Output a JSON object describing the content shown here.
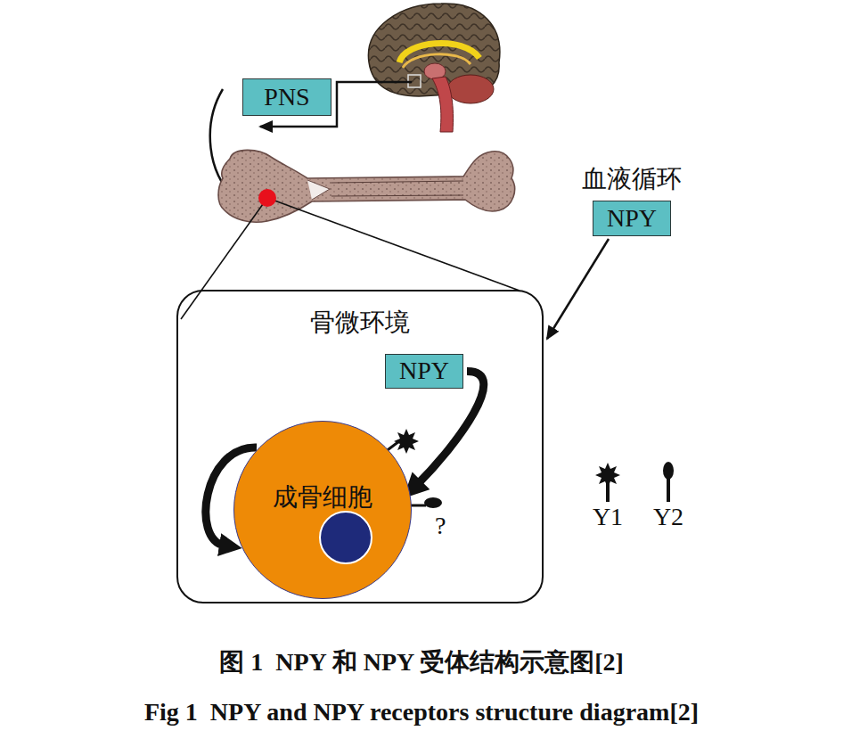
{
  "diagram": {
    "caption": "图 1  NPY 和 NPY 受体结构示意图[2]",
    "nodes": [
      {
        "text": [
          "PNS"
        ]
      },
      {
        "text": [
          "血液循环",
          "NPY"
        ]
      },
      {
        "text": [
          "骨微环境"
        ]
      },
      {
        "text": [
          "NPY"
        ],
        "in": 2
      },
      {
        "text": [
          "成骨细胞"
        ],
        "in": 2
      }
    ],
    "edges": [
      {
        "from": 1,
        "to": 2,
        "arrow": "to"
      },
      {
        "from": 3,
        "to": 4,
        "arrow": "to"
      }
    ],
    "labels": [
      "?",
      "Fig 1  NPY and NPY receptors structure diagram[2]"
    ],
    "legend": [
      {
        "text": "Y1"
      },
      {
        "text": "Y2"
      }
    ]
  }
}
